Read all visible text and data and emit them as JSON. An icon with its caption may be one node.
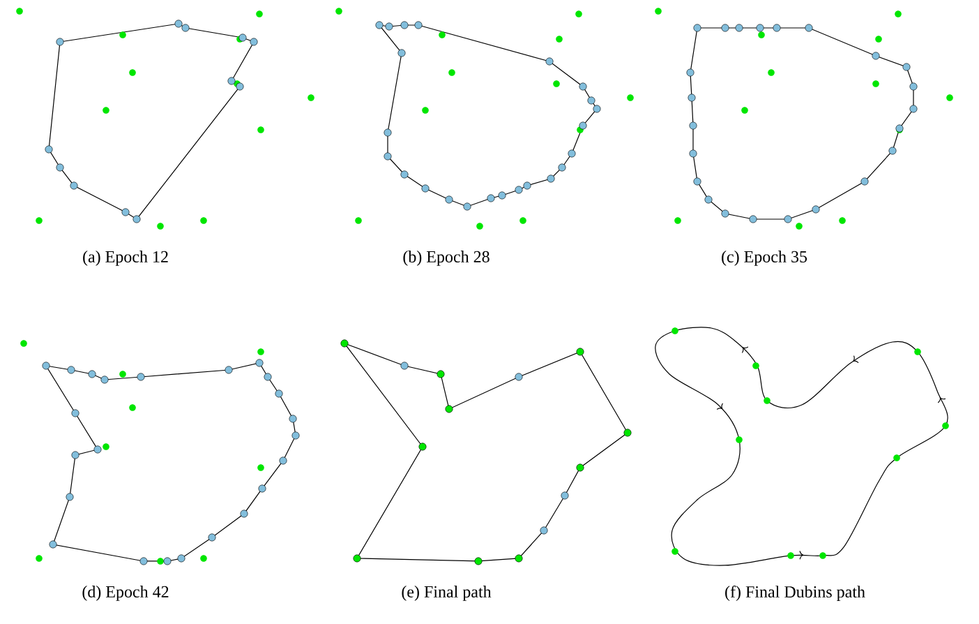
{
  "diagram": {
    "labels": [
      "(a) Epoch 12",
      "(b) Epoch 28",
      "(c) Epoch 35",
      "(d) Epoch 42",
      "(e) Final path",
      "(f) Final Dubins path"
    ]
  }
}
